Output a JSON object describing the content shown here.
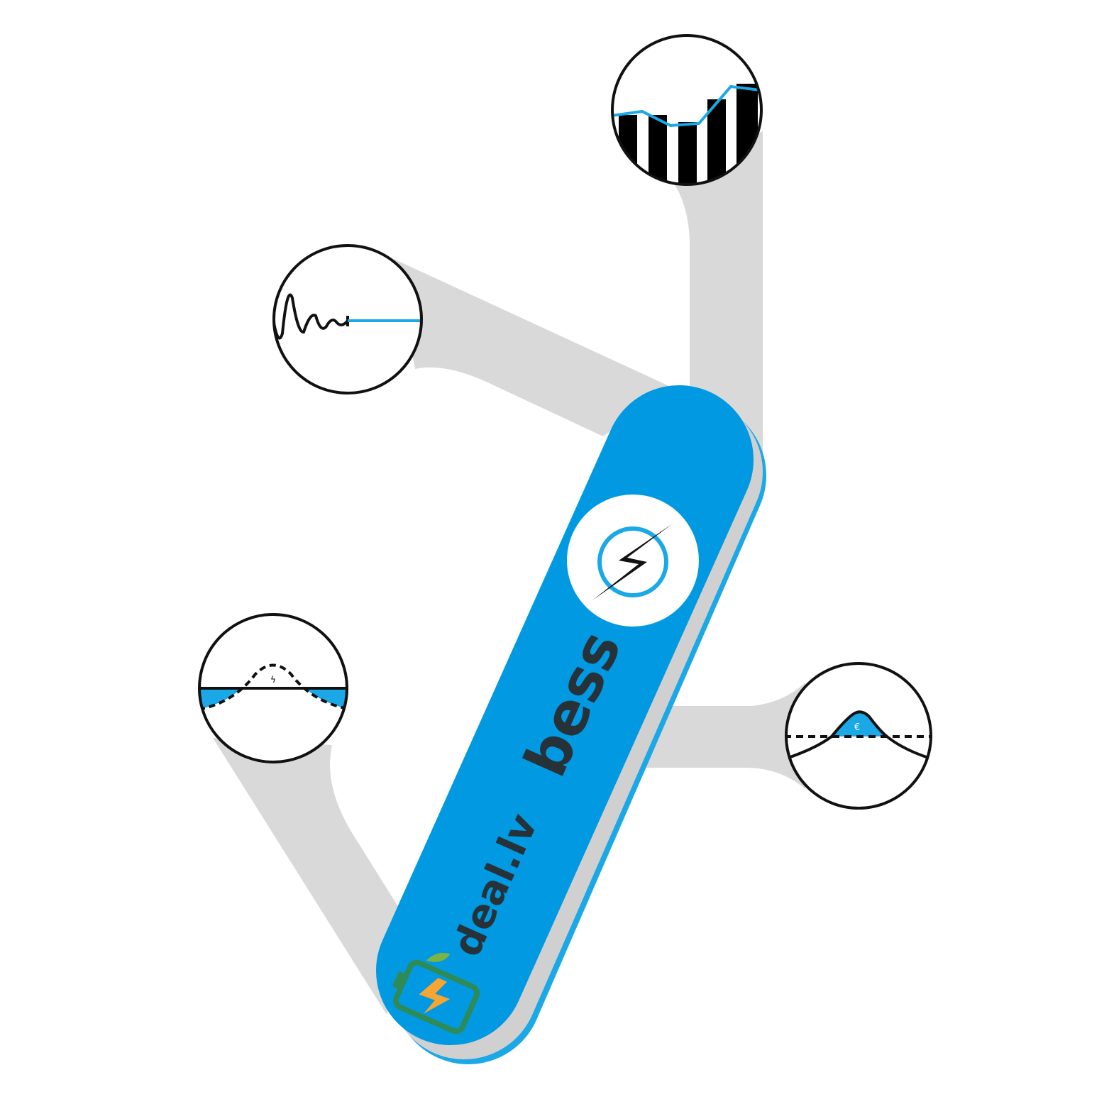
{
  "logo": {
    "brand_top": "bess",
    "brand_bottom": "deal.lv"
  },
  "tools": {
    "price_peak_symbol": "€",
    "peak_shaving_symbol": "ϟ"
  },
  "colors": {
    "brand_blue": "#0099e2",
    "arm_gray": "#d9d9d9",
    "accent_blue": "#1ba8e6",
    "leaf_green": "#7db343",
    "battery_green": "#2e8b57",
    "bolt_orange": "#f7a531"
  }
}
